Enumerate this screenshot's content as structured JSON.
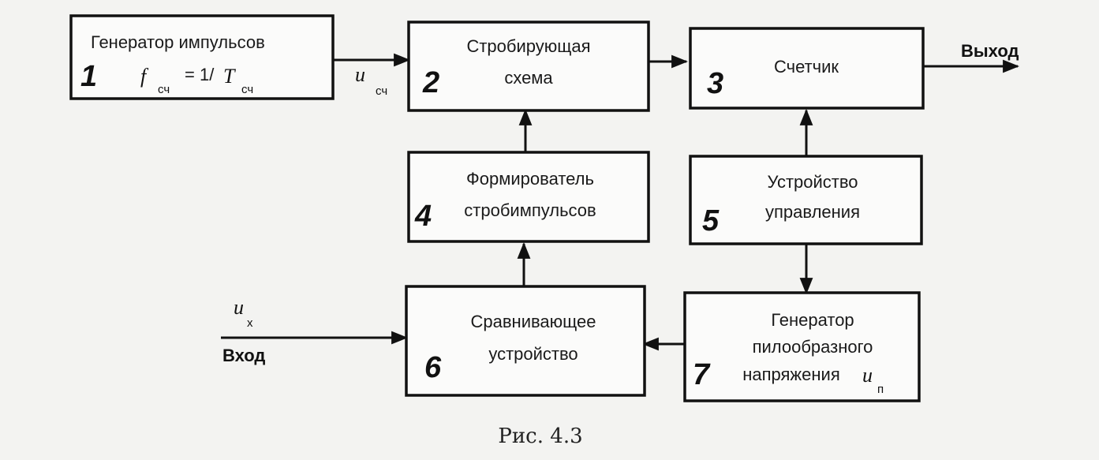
{
  "blocks": {
    "b1": {
      "number": "1",
      "title": "Генератор импульсов",
      "formula": {
        "f": "f",
        "f_sub": "сч",
        "eq": "= 1/",
        "T": "T",
        "T_sub": "сч"
      }
    },
    "b2": {
      "number": "2",
      "line1": "Стробирующая",
      "line2": "схема"
    },
    "b3": {
      "number": "3",
      "line1": "Счетчик"
    },
    "b4": {
      "number": "4",
      "line1": "Формирователь",
      "line2": "стробимпульсов"
    },
    "b5": {
      "number": "5",
      "line1": "Устройство",
      "line2": "управления"
    },
    "b6": {
      "number": "6",
      "line1": "Сравнивающее",
      "line2": "устройство"
    },
    "b7": {
      "number": "7",
      "line1": "Генератор",
      "line2": "пилообразного",
      "line3": "напряжения",
      "u": "u",
      "u_sub": "п"
    }
  },
  "signals": {
    "u_sch": {
      "u": "u",
      "sub": "сч"
    },
    "u_x": {
      "u": "u",
      "sub": "x"
    },
    "input_label": "Вход",
    "output_label": "Выход"
  },
  "caption": "Рис. 4.3"
}
